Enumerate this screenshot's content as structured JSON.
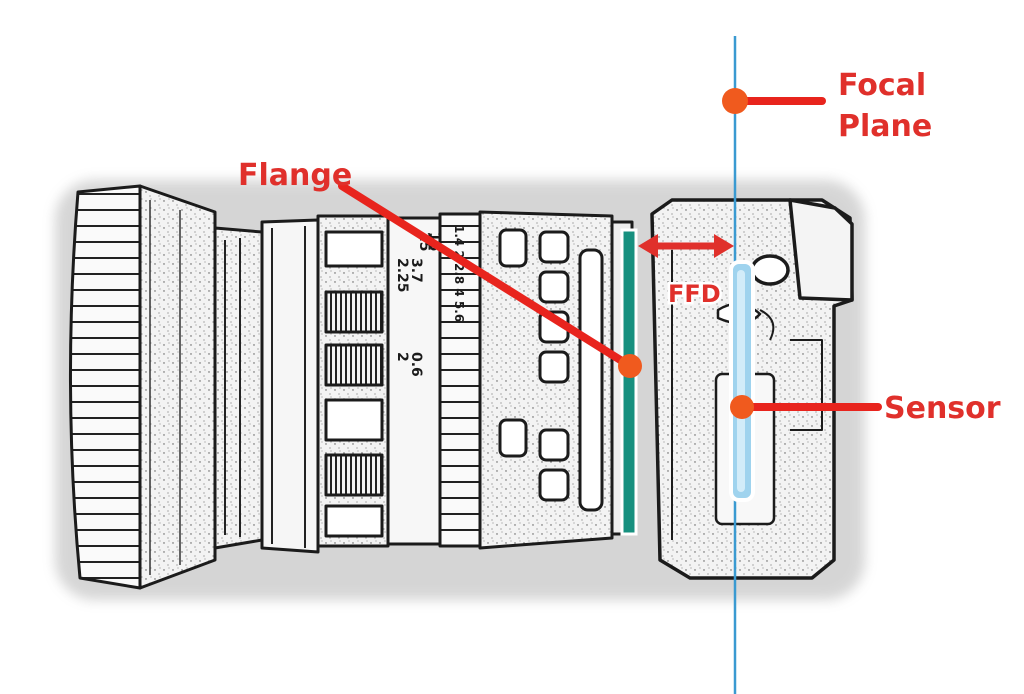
{
  "labels": {
    "focal_plane_line1": "Focal",
    "focal_plane_line2": "Plane",
    "flange": "Flange",
    "ffd": "FFD",
    "sensor": "Sensor"
  },
  "lens_markings": {
    "ring_a": [
      "2",
      "0.6",
      "2.25",
      "3.7"
    ],
    "ring_b": [
      "25",
      "15"
    ],
    "ring_c": "1.4 2 2.8 4 5.6"
  },
  "colors": {
    "annotation": "#e0302b",
    "dot": "#f05a1e",
    "focal_line": "#3a9ad1",
    "flange_plate": "#17907f",
    "sensor": "#9fd3ee",
    "sketch_ink": "#1b1b1b"
  }
}
